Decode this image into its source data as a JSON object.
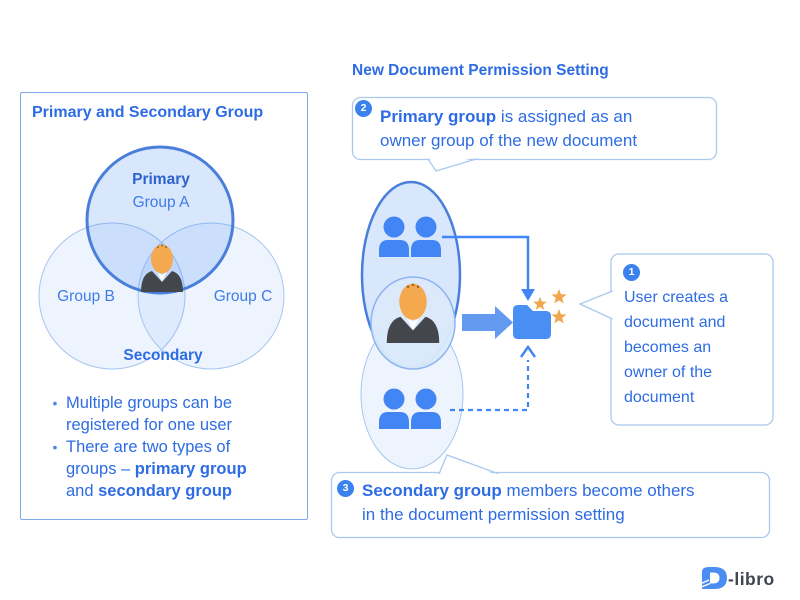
{
  "colors": {
    "accent_blue": "#4285f4",
    "text_blue": "#2e6ce4",
    "venn_border_strong": "#4a7edb",
    "light_border": "#a5c6f0",
    "panel_border": "#7ea9e6",
    "star_orange": "#f0a850",
    "skin": "#f5a94f",
    "suit": "#43474b",
    "logo_gray": "#3f4651"
  },
  "left_panel": {
    "title": "Primary and Secondary Group",
    "venn": {
      "primary_label": "Primary",
      "group_a": "Group A",
      "group_b": "Group B",
      "group_c": "Group C",
      "secondary_label": "Secondary"
    },
    "bullets": {
      "item1": "Multiple groups can be registered for one user",
      "item2_line1": "There are two types of",
      "item2_line2_plain": "groups – ",
      "item2_line2_bold": "primary group",
      "item2_line3_plain": "and ",
      "item2_line3_bold": "secondary group"
    }
  },
  "right_panel": {
    "title": "New Document Permission Setting",
    "callout1": {
      "number": "1",
      "text": "User creates a document and becomes an owner of the document"
    },
    "callout2": {
      "number": "2",
      "bold": "Primary group",
      "rest_line1": " is assigned as an",
      "line2": "owner group of the new document"
    },
    "callout3": {
      "number": "3",
      "bold": "Secondary group",
      "rest_line1": " members become others",
      "line2": "in the document permission setting"
    }
  },
  "logo": {
    "text": "-libro"
  }
}
